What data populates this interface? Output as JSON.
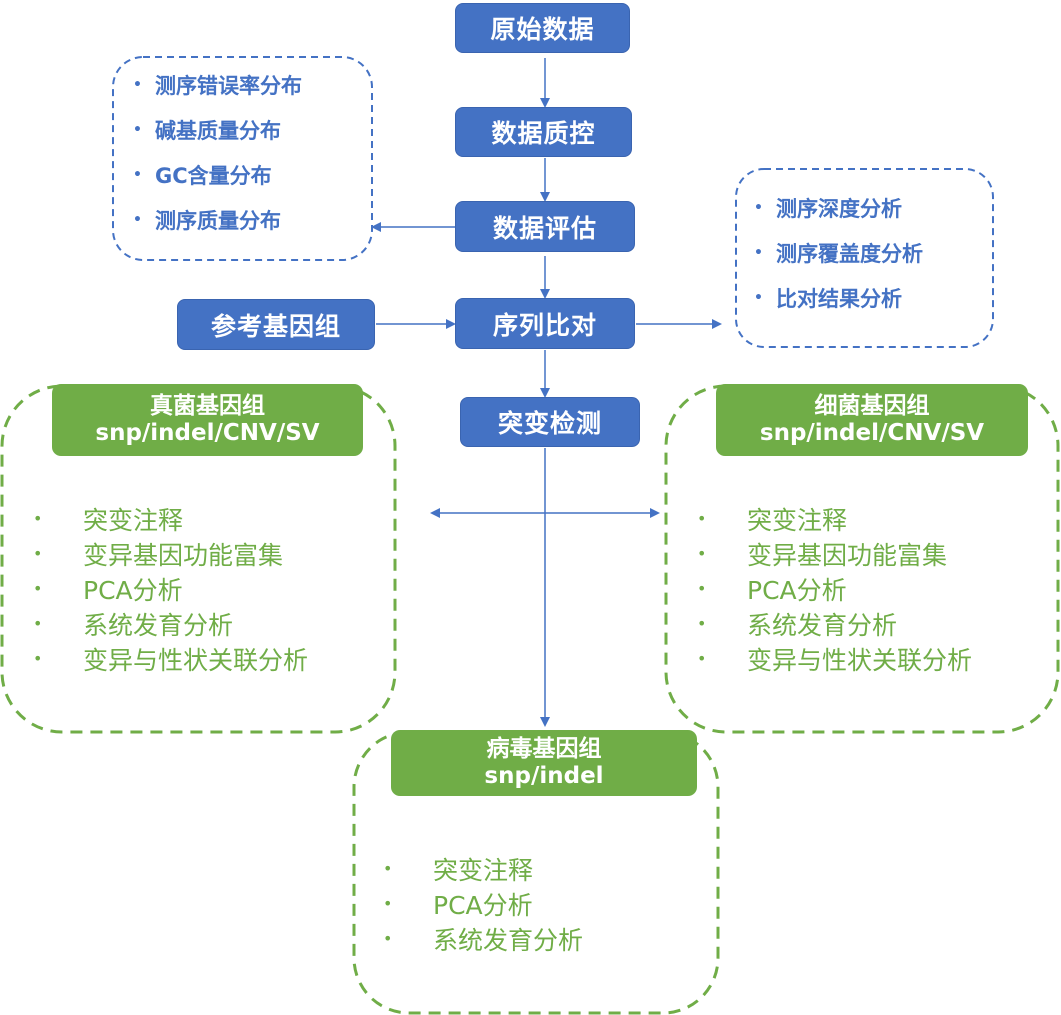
{
  "colors": {
    "process_blue": "#4472C4",
    "result_green": "#70AD47",
    "text_white": "#FFFFFF"
  },
  "pipeline": {
    "raw_data": "原始数据",
    "qc": "数据质控",
    "evaluation": "数据评估",
    "alignment": "序列比对",
    "reference": "参考基因组",
    "mutation_detection": "突变检测"
  },
  "evaluation_details": {
    "items": [
      "测序错误率分布",
      "碱基质量分布",
      "GC含量分布",
      "测序质量分布"
    ]
  },
  "alignment_details": {
    "items": [
      "测序深度分析",
      "测序覆盖度分析",
      "比对结果分析"
    ]
  },
  "fungal": {
    "title": "真菌基因组",
    "subtitle": "snp/indel/CNV/SV",
    "items": [
      "突变注释",
      "变异基因功能富集",
      "PCA分析",
      "系统发育分析",
      "变异与性状关联分析"
    ]
  },
  "bacterial": {
    "title": "细菌基因组",
    "subtitle": "snp/indel/CNV/SV",
    "items": [
      "突变注释",
      "变异基因功能富集",
      "PCA分析",
      "系统发育分析",
      "变异与性状关联分析"
    ]
  },
  "viral": {
    "title": "病毒基因组",
    "subtitle": "snp/indel",
    "items": [
      "突变注释",
      "PCA分析",
      "系统发育分析"
    ]
  },
  "bullet_symbol": "•"
}
